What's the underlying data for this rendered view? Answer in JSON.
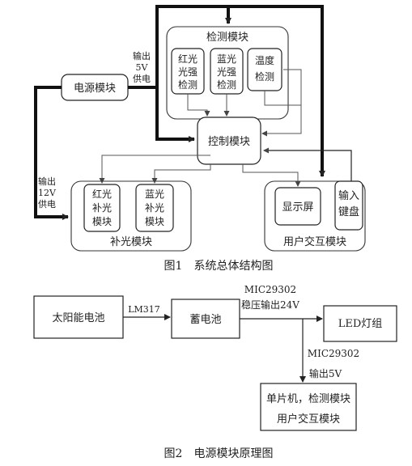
{
  "fig1": {
    "detect_module": "检测模块",
    "red_light_detect": [
      "红光",
      "光强",
      "检测"
    ],
    "blue_light_detect": [
      "蓝光",
      "光强",
      "检测"
    ],
    "temp_detect": [
      "温度",
      "检测"
    ],
    "power_module": "电源模块",
    "output_5v": [
      "输出",
      "5V",
      "供电"
    ],
    "control_module": "控制模块",
    "output_12v": [
      "输出",
      "12V",
      "供电"
    ],
    "red_fill": [
      "红光",
      "补光",
      "模块"
    ],
    "blue_fill": [
      "蓝光",
      "补光",
      "模块"
    ],
    "fill_module": "补光模块",
    "display": "显示屏",
    "keyboard": [
      "输入",
      "键盘"
    ],
    "ui_module": "用户交互模块",
    "caption": "图1　系统总体结构图"
  },
  "fig2": {
    "solar": "太阳能电池",
    "lm317": "LM317",
    "battery": "蓄电池",
    "regulator_24v": [
      "MIC29302",
      "稳压输出24V"
    ],
    "led_group": "LED灯组",
    "regulator_5v": [
      "MIC29302",
      "输出5V"
    ],
    "mcu_box": [
      "单片机，检测模块",
      "用户交互模块"
    ],
    "caption": "图2　电源模块原理图"
  }
}
